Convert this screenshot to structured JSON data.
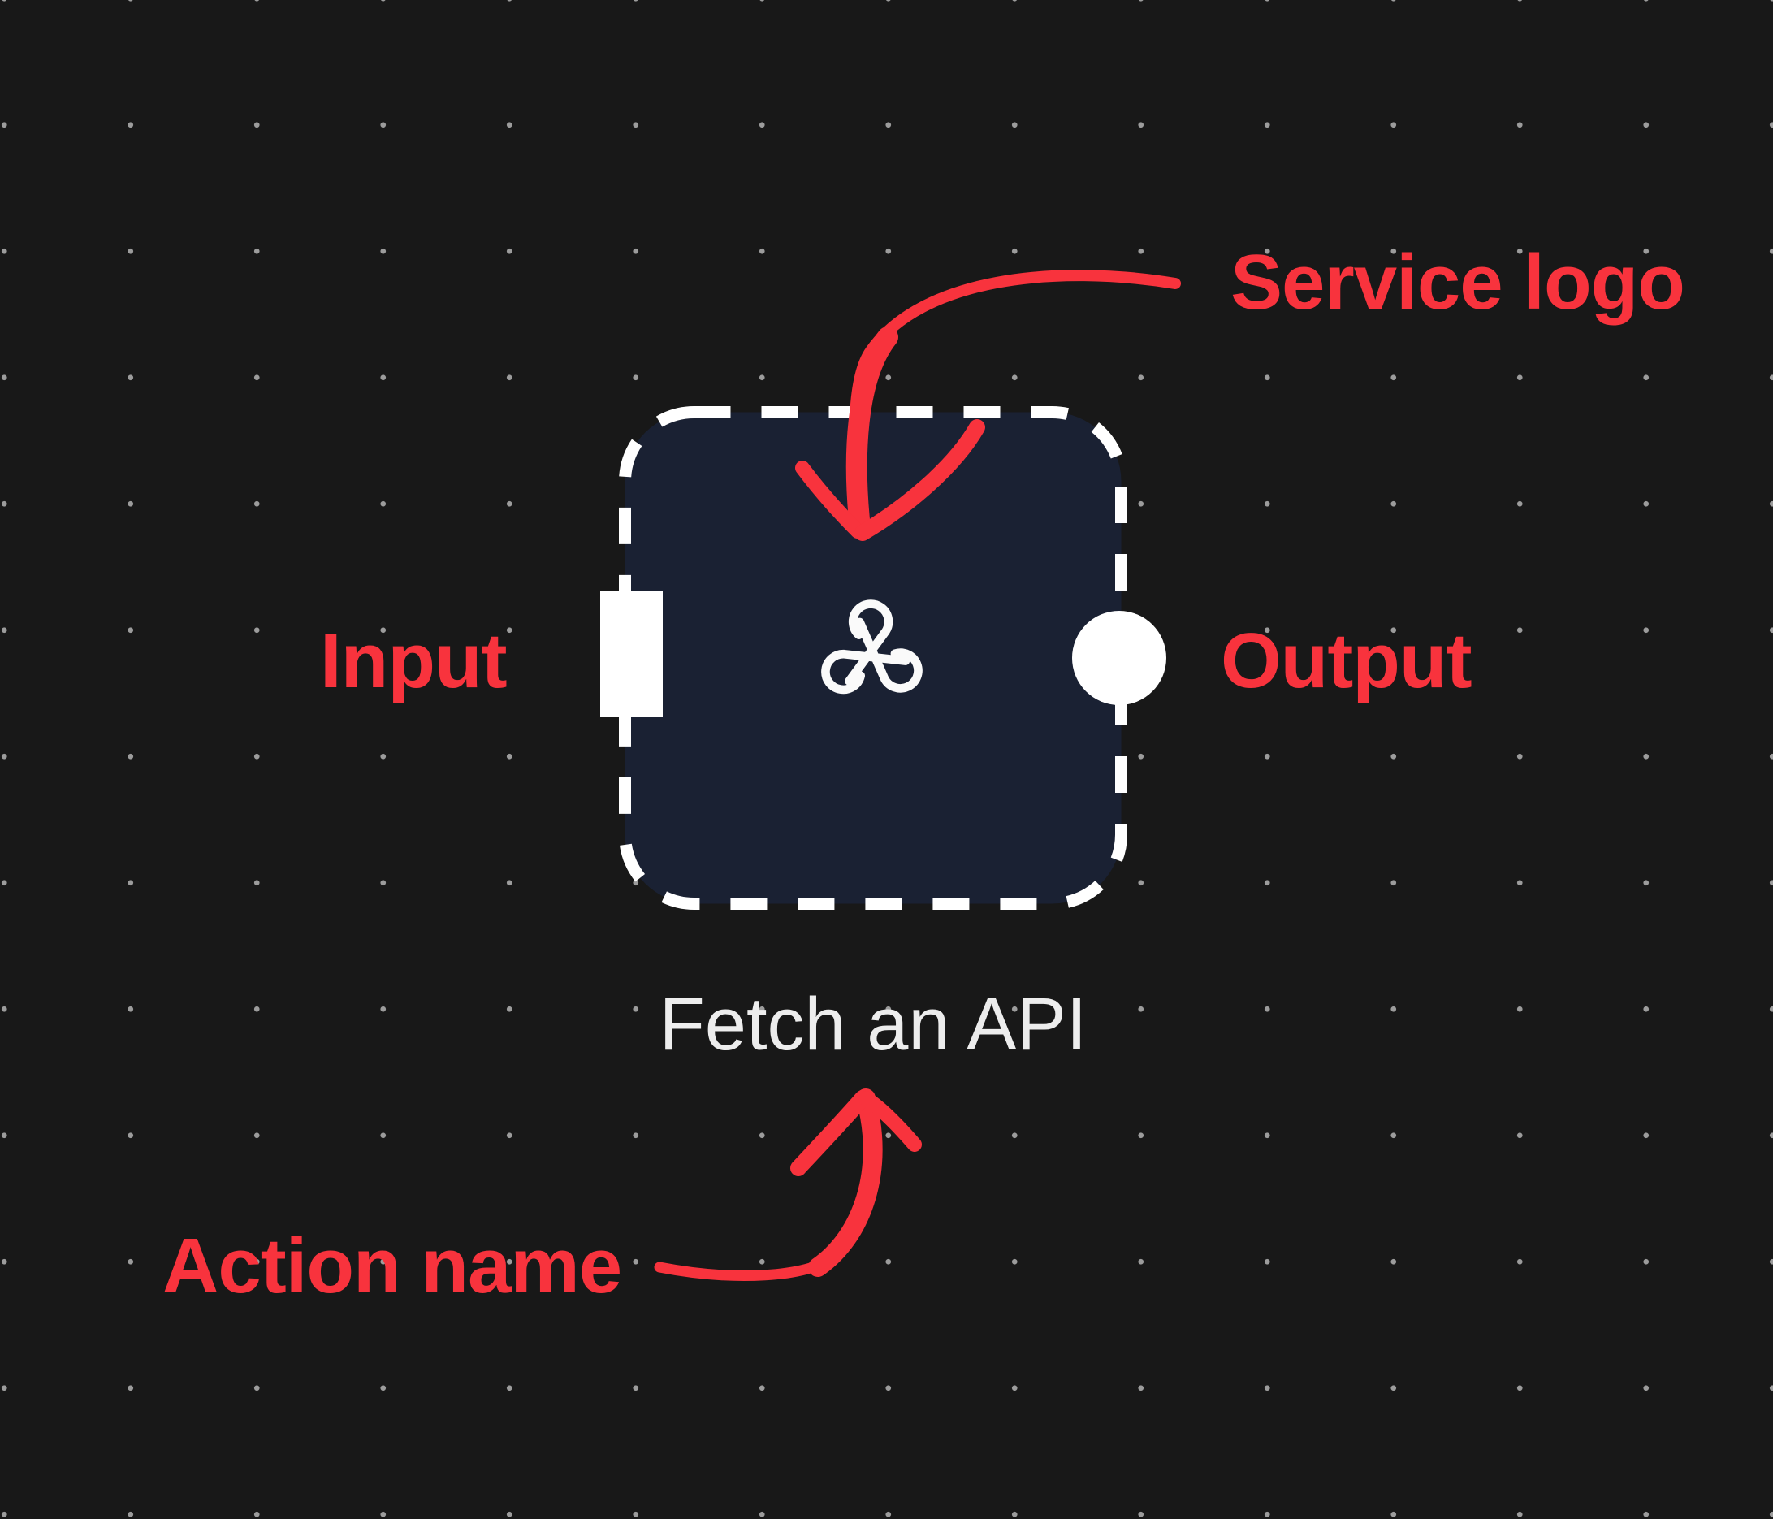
{
  "canvas": {
    "background_color": "#181818",
    "dot_color": "#9c9c9c"
  },
  "node": {
    "label": "Fetch an API",
    "fill_color": "#1a2133",
    "border_color": "#ffffff",
    "icon": "webhook-icon",
    "connectors": {
      "input_shape": "square",
      "output_shape": "circle",
      "color": "#ffffff"
    }
  },
  "annotations": {
    "accent_color": "#f8333d",
    "service_logo_label": "Service logo",
    "input_label": "Input",
    "output_label": "Output",
    "action_name_label": "Action name"
  }
}
